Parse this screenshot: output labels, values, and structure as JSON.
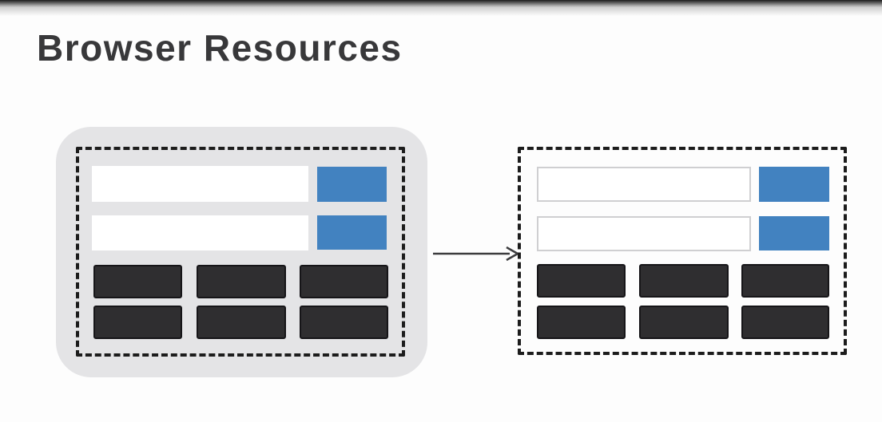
{
  "page": {
    "title": "Browser Resources"
  },
  "colors": {
    "background": "#fdfdfd",
    "title_text": "#38383a",
    "panel_gray": "#e4e4e6",
    "dashed_border": "#1c1c1c",
    "resource_bar_white": "#ffffff",
    "resource_bar_outline": "#cfcfd1",
    "accent_blue": "#4282c0",
    "block_dark": "#2f2e30",
    "arrow": "#3c3c3e"
  },
  "diagram": {
    "left_panel": {
      "description": "rounded gray browser panel containing a dashed page region",
      "resource_bar_count": 2,
      "blue_button_count": 2,
      "block_grid": {
        "rows": 2,
        "columns": 3
      }
    },
    "arrow": {
      "direction": "right"
    },
    "right_panel": {
      "description": "dashed page region extracted outside the browser panel",
      "resource_bar_count": 2,
      "blue_button_count": 2,
      "block_grid": {
        "rows": 2,
        "columns": 3
      }
    }
  }
}
